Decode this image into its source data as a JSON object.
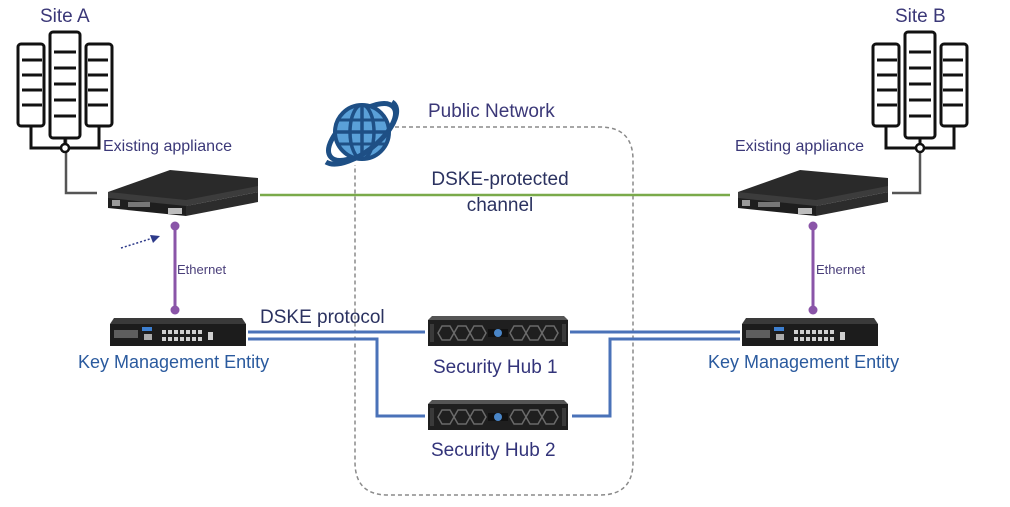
{
  "colors": {
    "label_purple": "#3b3878",
    "kme_blue": "#2a5a9e",
    "green_link": "#7aaa4a",
    "purple_link": "#8a55a8",
    "blue_link": "#4a72b8",
    "gray_link": "#555555",
    "dashed_border": "#888888",
    "globe_dark": "#1e4f85",
    "globe_light": "#5aa0d8"
  },
  "sites": [
    {
      "id": "a",
      "label": "Site A",
      "appliance_label": "Existing appliance",
      "ethernet_label": "Ethernet",
      "kme_label": "Key Management Entity"
    },
    {
      "id": "b",
      "label": "Site B",
      "appliance_label": "Existing appliance",
      "ethernet_label": "Ethernet",
      "kme_label": "Key Management Entity"
    }
  ],
  "network": {
    "label": "Public Network",
    "icon": "globe-icon"
  },
  "links": {
    "channel_label_line1": "DSKE-protected",
    "channel_label_line2": "channel",
    "protocol_label": "DSKE protocol"
  },
  "hubs": [
    {
      "label": "Security Hub 1"
    },
    {
      "label": "Security Hub 2"
    }
  ]
}
